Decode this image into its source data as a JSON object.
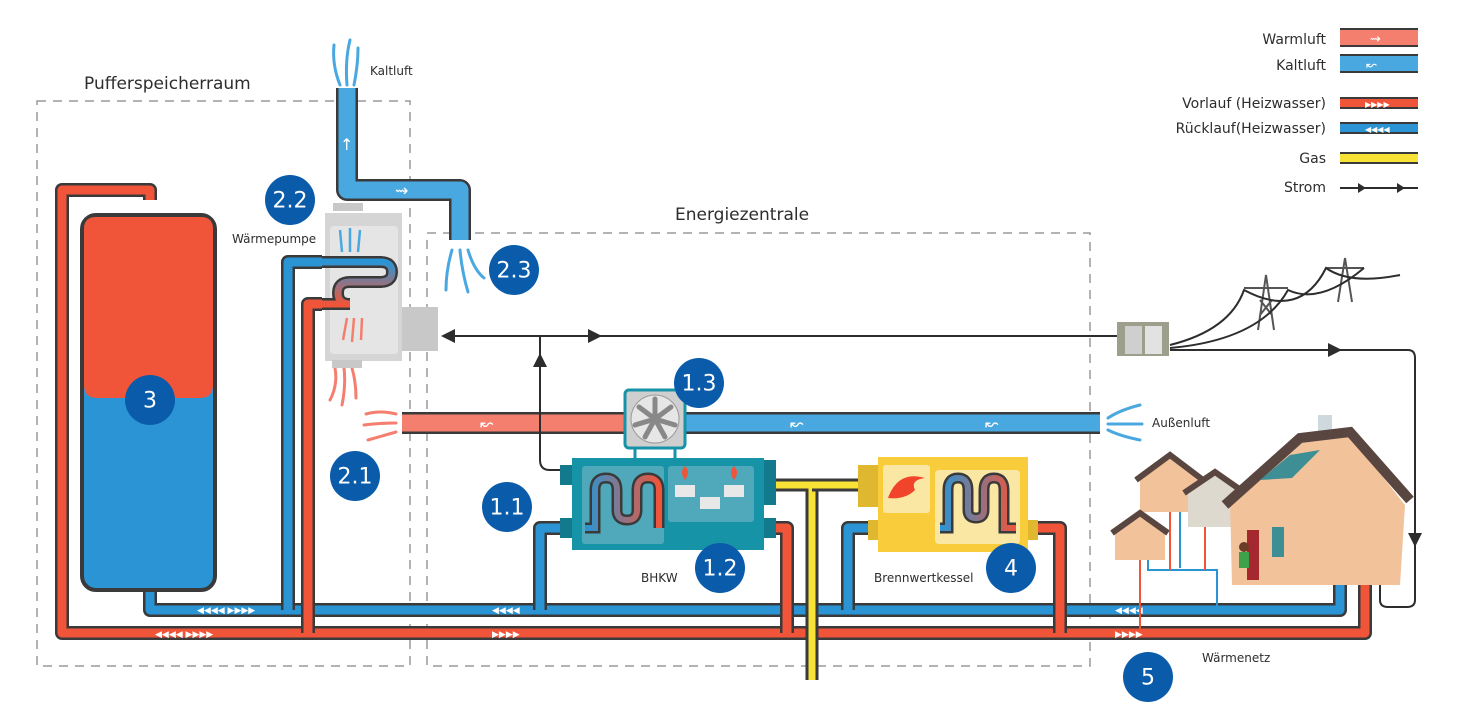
{
  "rooms": {
    "puffer": "Pufferspeicherraum",
    "energie": "Energiezentrale"
  },
  "labels": {
    "kaltluft_out": "Kaltluft",
    "waermepumpe": "Wärmepumpe",
    "aussenluft": "Außenluft",
    "bhkw": "BHKW",
    "brennwertkessel": "Brennwertkessel",
    "waermenetz": "Wärmenetz"
  },
  "badges": {
    "b11": "1.1",
    "b12": "1.2",
    "b13": "1.3",
    "b21": "2.1",
    "b22": "2.2",
    "b23": "2.3",
    "b3": "3",
    "b4": "4",
    "b5": "5"
  },
  "legend": {
    "items": [
      {
        "label": "Warmluft",
        "kind": "warm-air"
      },
      {
        "label": "Kaltluft",
        "kind": "cold-air"
      },
      {
        "label": "Vorlauf (Heizwasser)",
        "kind": "supply"
      },
      {
        "label": "Rücklauf(Heizwasser)",
        "kind": "return"
      },
      {
        "label": "Gas",
        "kind": "gas"
      },
      {
        "label": "Strom",
        "kind": "power"
      }
    ]
  },
  "colors": {
    "supply": "#f0553a",
    "return": "#2a94d4",
    "warm_air": "#f47f6e",
    "cold_air": "#4aa8e0",
    "gas": "#f7e235",
    "outline": "#3a3a3a",
    "badge": "#0a5cab",
    "bhkw": "#1793a8",
    "boiler": "#f8cc3a"
  }
}
